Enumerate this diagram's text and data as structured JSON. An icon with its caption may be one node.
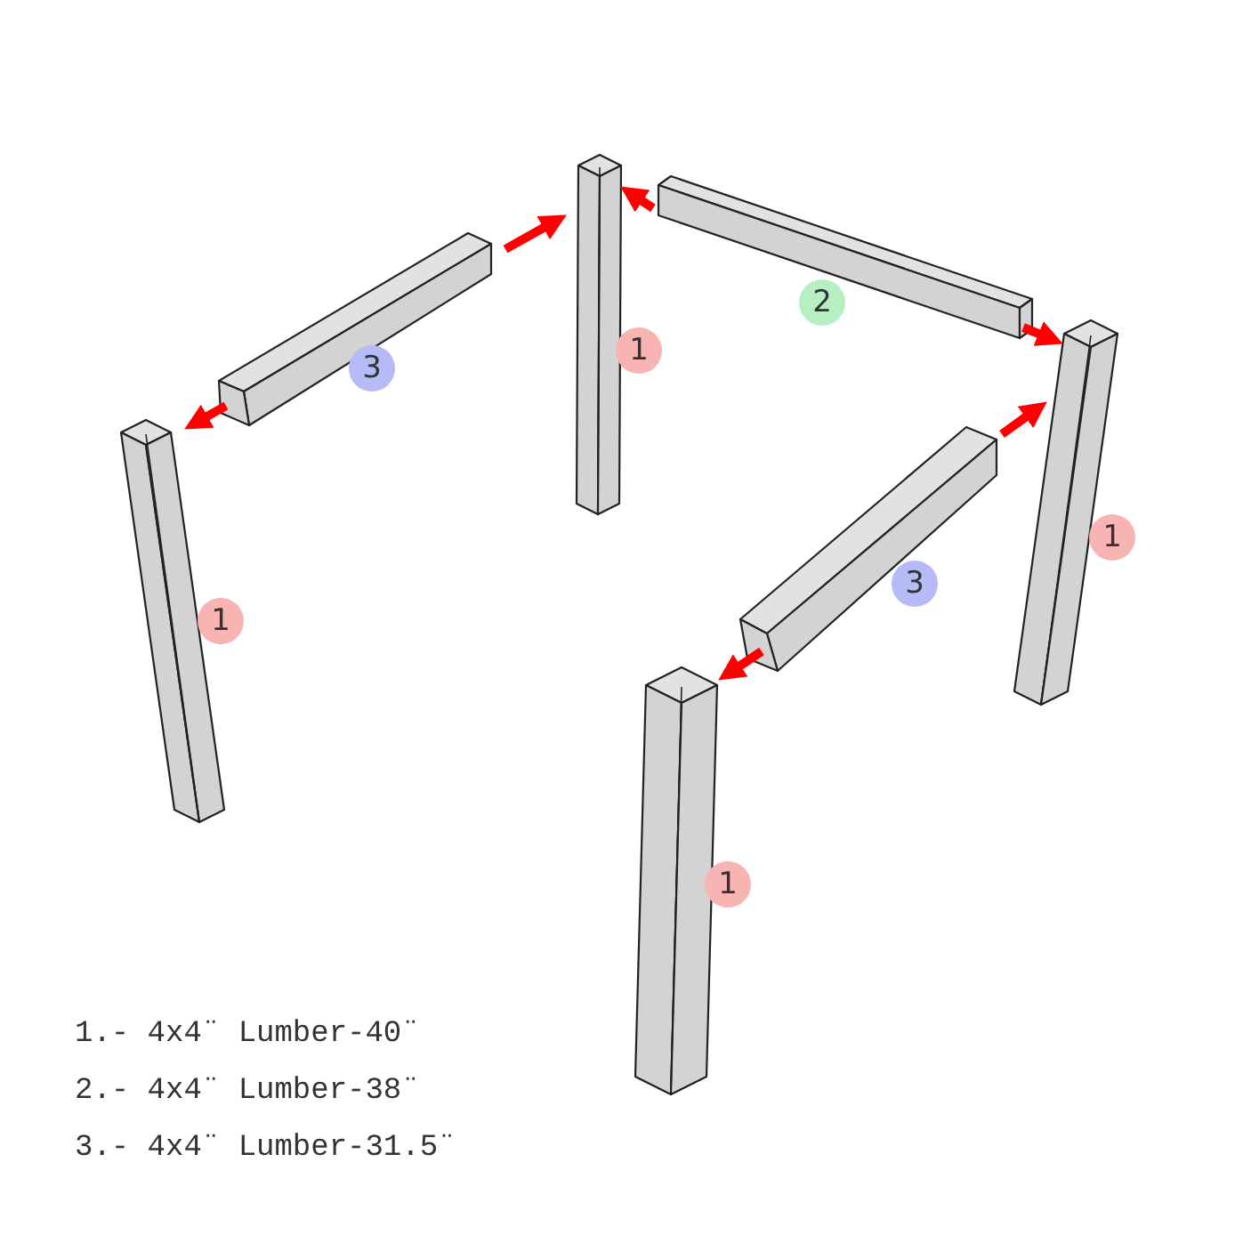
{
  "diagram": {
    "nodes": [
      {
        "text": [
          "1"
        ]
      },
      {
        "text": [
          "2"
        ]
      },
      {
        "text": [
          "3"
        ]
      },
      {
        "text": [
          "1"
        ]
      },
      {
        "text": [
          "1"
        ]
      },
      {
        "text": [
          "3"
        ]
      },
      {
        "text": [
          "1"
        ]
      }
    ],
    "edges": [
      {
        "from": 2,
        "to": 4,
        "arrow": "to"
      },
      {
        "from": 2,
        "to": 0,
        "arrow": "to"
      },
      {
        "from": 1,
        "to": 0,
        "arrow": "to"
      },
      {
        "from": 1,
        "to": 3,
        "arrow": "to"
      },
      {
        "from": 5,
        "to": 3,
        "arrow": "to"
      },
      {
        "from": 5,
        "to": 6,
        "arrow": "to"
      }
    ],
    "labels": [
      "1.- 4x4¨ Lumber-40¨",
      "2.- 4x4¨ Lumber-38¨",
      "3.- 4x4¨ Lumber-31.5¨"
    ]
  }
}
